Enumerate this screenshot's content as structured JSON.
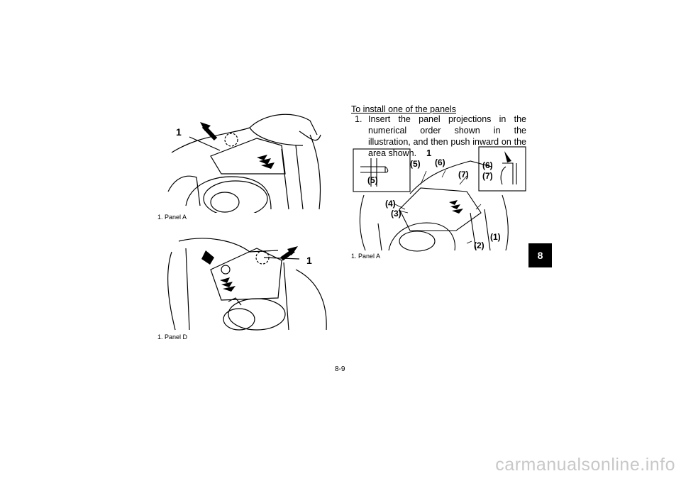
{
  "figures": {
    "fig1": {
      "caption": "1. Panel A",
      "callout": "1"
    },
    "fig2": {
      "caption": "1. Panel D",
      "callout": "1"
    },
    "fig3": {
      "caption": "1. Panel A",
      "callout": "1",
      "labels": [
        "(1)",
        "(2)",
        "(3)",
        "(4)",
        "(5)",
        "(5)",
        "(6)",
        "(6)",
        "(7)",
        "(7)"
      ]
    }
  },
  "section": {
    "heading": "To install one of the panels",
    "step_number": "1.",
    "step_text": "Insert the panel projections in the numerical order shown in the illustration, and then push inward on the area shown."
  },
  "chapter_tab": "8",
  "page_number": "8-9",
  "watermark": "carmanualsonline.info"
}
